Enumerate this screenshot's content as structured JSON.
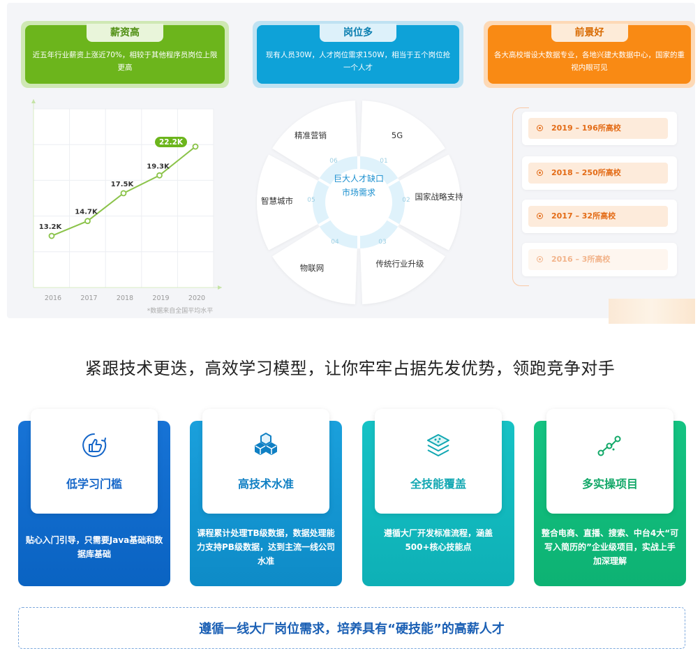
{
  "stats": {
    "salary": {
      "title": "薪资高",
      "desc": "近五年行业薪资上涨近70%，相较于其他程序员岗位上限更高"
    },
    "jobs": {
      "title": "岗位多",
      "desc": "现有人员30W，人才岗位需求150W，相当于五个岗位抢一个人才"
    },
    "prospect": {
      "title": "前景好",
      "desc": "各大高校增设大数据专业，各地兴建大数据中心，国家的重视内眼可见"
    }
  },
  "chart_data": {
    "type": "line",
    "x": [
      "2016",
      "2017",
      "2018",
      "2019",
      "2020"
    ],
    "series": [
      {
        "values": [
          13.2,
          14.7,
          17.5,
          19.3,
          22.2
        ]
      }
    ],
    "data_labels": [
      "13.2K",
      "14.7K",
      "17.5K",
      "19.3K",
      "22.2K"
    ],
    "highlight_index": 4,
    "ylim": [
      8,
      26
    ],
    "grid": true,
    "note": "*数据来自全国平均水平",
    "colors": {
      "line": "#8bc34a",
      "highlight": "#6cb51c"
    }
  },
  "wheel": {
    "center_line1": "巨大人才缺口",
    "center_line2": "市场需求",
    "segments": [
      {
        "num": "01",
        "label": "5G"
      },
      {
        "num": "02",
        "label": "国家战略支持"
      },
      {
        "num": "03",
        "label": "传统行业升级"
      },
      {
        "num": "04",
        "label": "物联网"
      },
      {
        "num": "05",
        "label": "智慧城市"
      },
      {
        "num": "06",
        "label": "精准营销"
      }
    ]
  },
  "timeline": [
    {
      "text": "2019 – 196所高校"
    },
    {
      "text": "2018 – 250所高校"
    },
    {
      "text": "2017 – 32所高校"
    },
    {
      "text": "2016 – 3所高校"
    }
  ],
  "headline": "紧跟技术更迭，高效学习模型，让你牢牢占据先发优势，领跑竞争对手",
  "features": [
    {
      "icon": "thumbs-up-icon",
      "title": "低学习门槛",
      "desc": "贴心入门引导，只需要Java基础和数据库基础"
    },
    {
      "icon": "cubes-icon",
      "title": "高技术水准",
      "desc": "课程累计处理TB级数据，数据处理能力支持PB级数据，达到主流一线公司水准"
    },
    {
      "icon": "layers-icon",
      "title": "全技能覆盖",
      "desc": "遵循大厂开发标准流程，涵盖500+核心技能点"
    },
    {
      "icon": "nodes-icon",
      "title": "多实操项目",
      "desc": "整合电商、直播、搜索、中台4大“可写入简历的”企业级项目，实战上手加深理解"
    }
  ],
  "bottom_text": "遵循一线大厂岗位需求，培养具有“硬技能”的高薪人才"
}
